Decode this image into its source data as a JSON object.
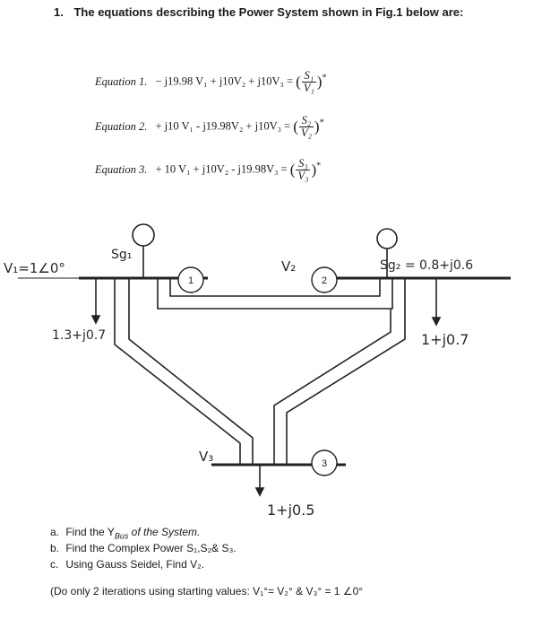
{
  "problem": {
    "number": "1.",
    "title": "The equations describing the Power System shown in Fig.1 below are:"
  },
  "equations": [
    {
      "label": "Equation 1.",
      "lhs": "− j19.98 V₁  + j10V₂  + j10V₃  =",
      "num": "S₁",
      "den": "V₁"
    },
    {
      "label": "Equation 2.",
      "lhs": "+ j10 V₁  - j19.98V₂  + j10V₃  =",
      "num": "S₂",
      "den": "V₂"
    },
    {
      "label": "Equation 3.",
      "lhs": "+ 10 V₁  + j10V₂  - j19.98V₃  =",
      "num": "S₃",
      "den": "V₃"
    }
  ],
  "diagram": {
    "bus1_number": "1",
    "bus2_number": "2",
    "bus3_number": "3",
    "v1_note": "V₁=1∠0°",
    "sg1_note": "Sg₁",
    "load1_note": "1.3+j0.7",
    "v2_note": "V₂",
    "sg2_note": "Sg₂ = 0.8+j0.6",
    "load2_note": "1+j0.7",
    "v3_note": "V₃",
    "load3_note": "1+j0.5"
  },
  "questions": [
    {
      "marker": "a.",
      "text": "Find the Y"
    },
    {
      "marker": "b.",
      "text": "Find the Complex Power S₁,S₂& S₃."
    },
    {
      "marker": "c.",
      "text": "Using Gauss Seidel, Find V₂."
    }
  ],
  "question_a_subscript": "Bus",
  "question_a_suffix": " of the System.",
  "note": "(Do only 2 iterations using starting values: V₁°= V₂° & V₃° = 1 ∠0°"
}
